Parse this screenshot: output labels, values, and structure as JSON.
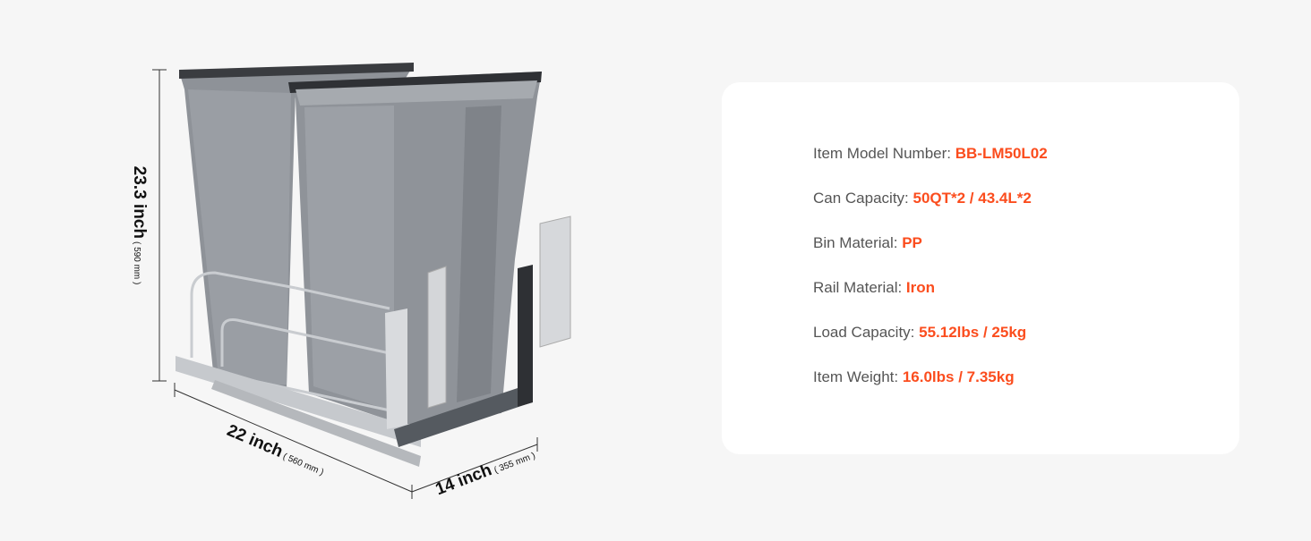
{
  "dimensions": {
    "height": {
      "value": "23.3 inch",
      "metric": "( 590 mm )"
    },
    "width": {
      "value": "22 inch",
      "metric": "( 560 mm )"
    },
    "depth": {
      "value": "14 inch",
      "metric": "( 355 mm )"
    }
  },
  "specs": [
    {
      "label": "Item Model Number: ",
      "value": "BB-LM50L02"
    },
    {
      "label": "Can Capacity: ",
      "value": "50QT*2 / 43.4L*2"
    },
    {
      "label": "Bin Material: ",
      "value": "PP"
    },
    {
      "label": "Rail Material: ",
      "value": "Iron"
    },
    {
      "label": "Load Capacity: ",
      "value": "55.12lbs / 25kg"
    },
    {
      "label": "Item Weight: ",
      "value": "16.0lbs / 7.35kg"
    }
  ],
  "colors": {
    "accent": "#fb4d1e",
    "label": "#555555",
    "card": "#ffffff",
    "background": "#f6f6f6"
  }
}
